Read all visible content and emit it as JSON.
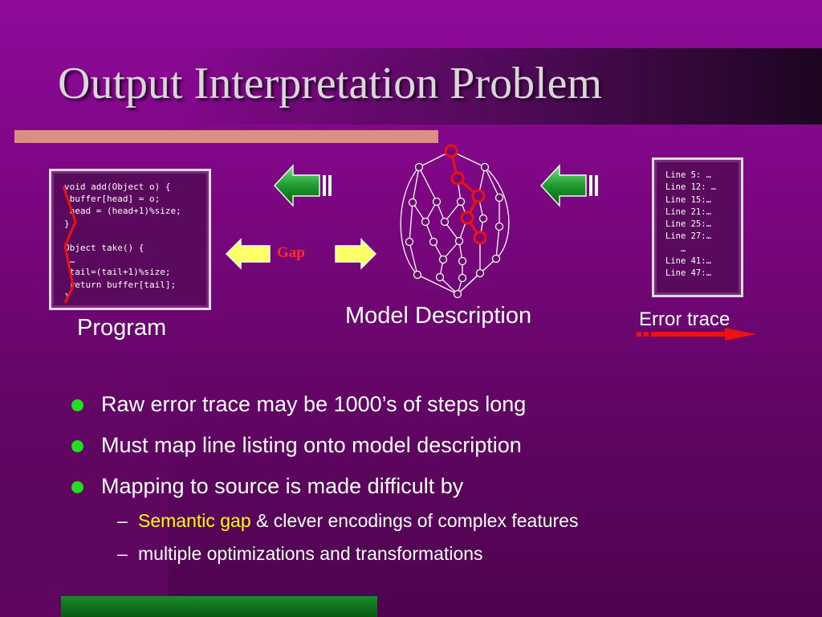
{
  "title": "Output Interpretation Problem",
  "program": {
    "label": "Program",
    "code_lines": [
      "void add(Object o) {",
      " buffer[head] = o;",
      " head = (head+1)%size;",
      "}",
      "",
      "Object take() {",
      " …",
      " tail=(tail+1)%size;",
      " return buffer[tail];",
      "}"
    ]
  },
  "model": {
    "label": "Model Description"
  },
  "trace": {
    "label": "Error trace",
    "lines": [
      "Line 5: …",
      "Line 12: …",
      "Line 15:…",
      "Line 21:…",
      "Line 25:…",
      "Line 27:…",
      "   …",
      "Line 41:…",
      "Line 47:…"
    ]
  },
  "gap_label": "Gap",
  "bullets": [
    "Raw error trace may be 1000’s of steps long",
    "Must map line listing onto model description",
    "Mapping to source is made difficult by"
  ],
  "sub_bullets": [
    {
      "highlight": "Semantic gap",
      "text": " & clever encodings of complex features"
    },
    {
      "highlight": "",
      "text": "multiple optimizations and transformations"
    }
  ],
  "colors": {
    "background": "#7a067f",
    "title_text": "#d8d8d8",
    "rule": "#d98f86",
    "bullet_dot": "#22dd22",
    "highlight": "#ffff00",
    "gap_text": "#ff2a2a",
    "arrow_green": "#1e9a30",
    "arrow_yellow": "#ffff66",
    "trace_red": "#ee1111"
  }
}
